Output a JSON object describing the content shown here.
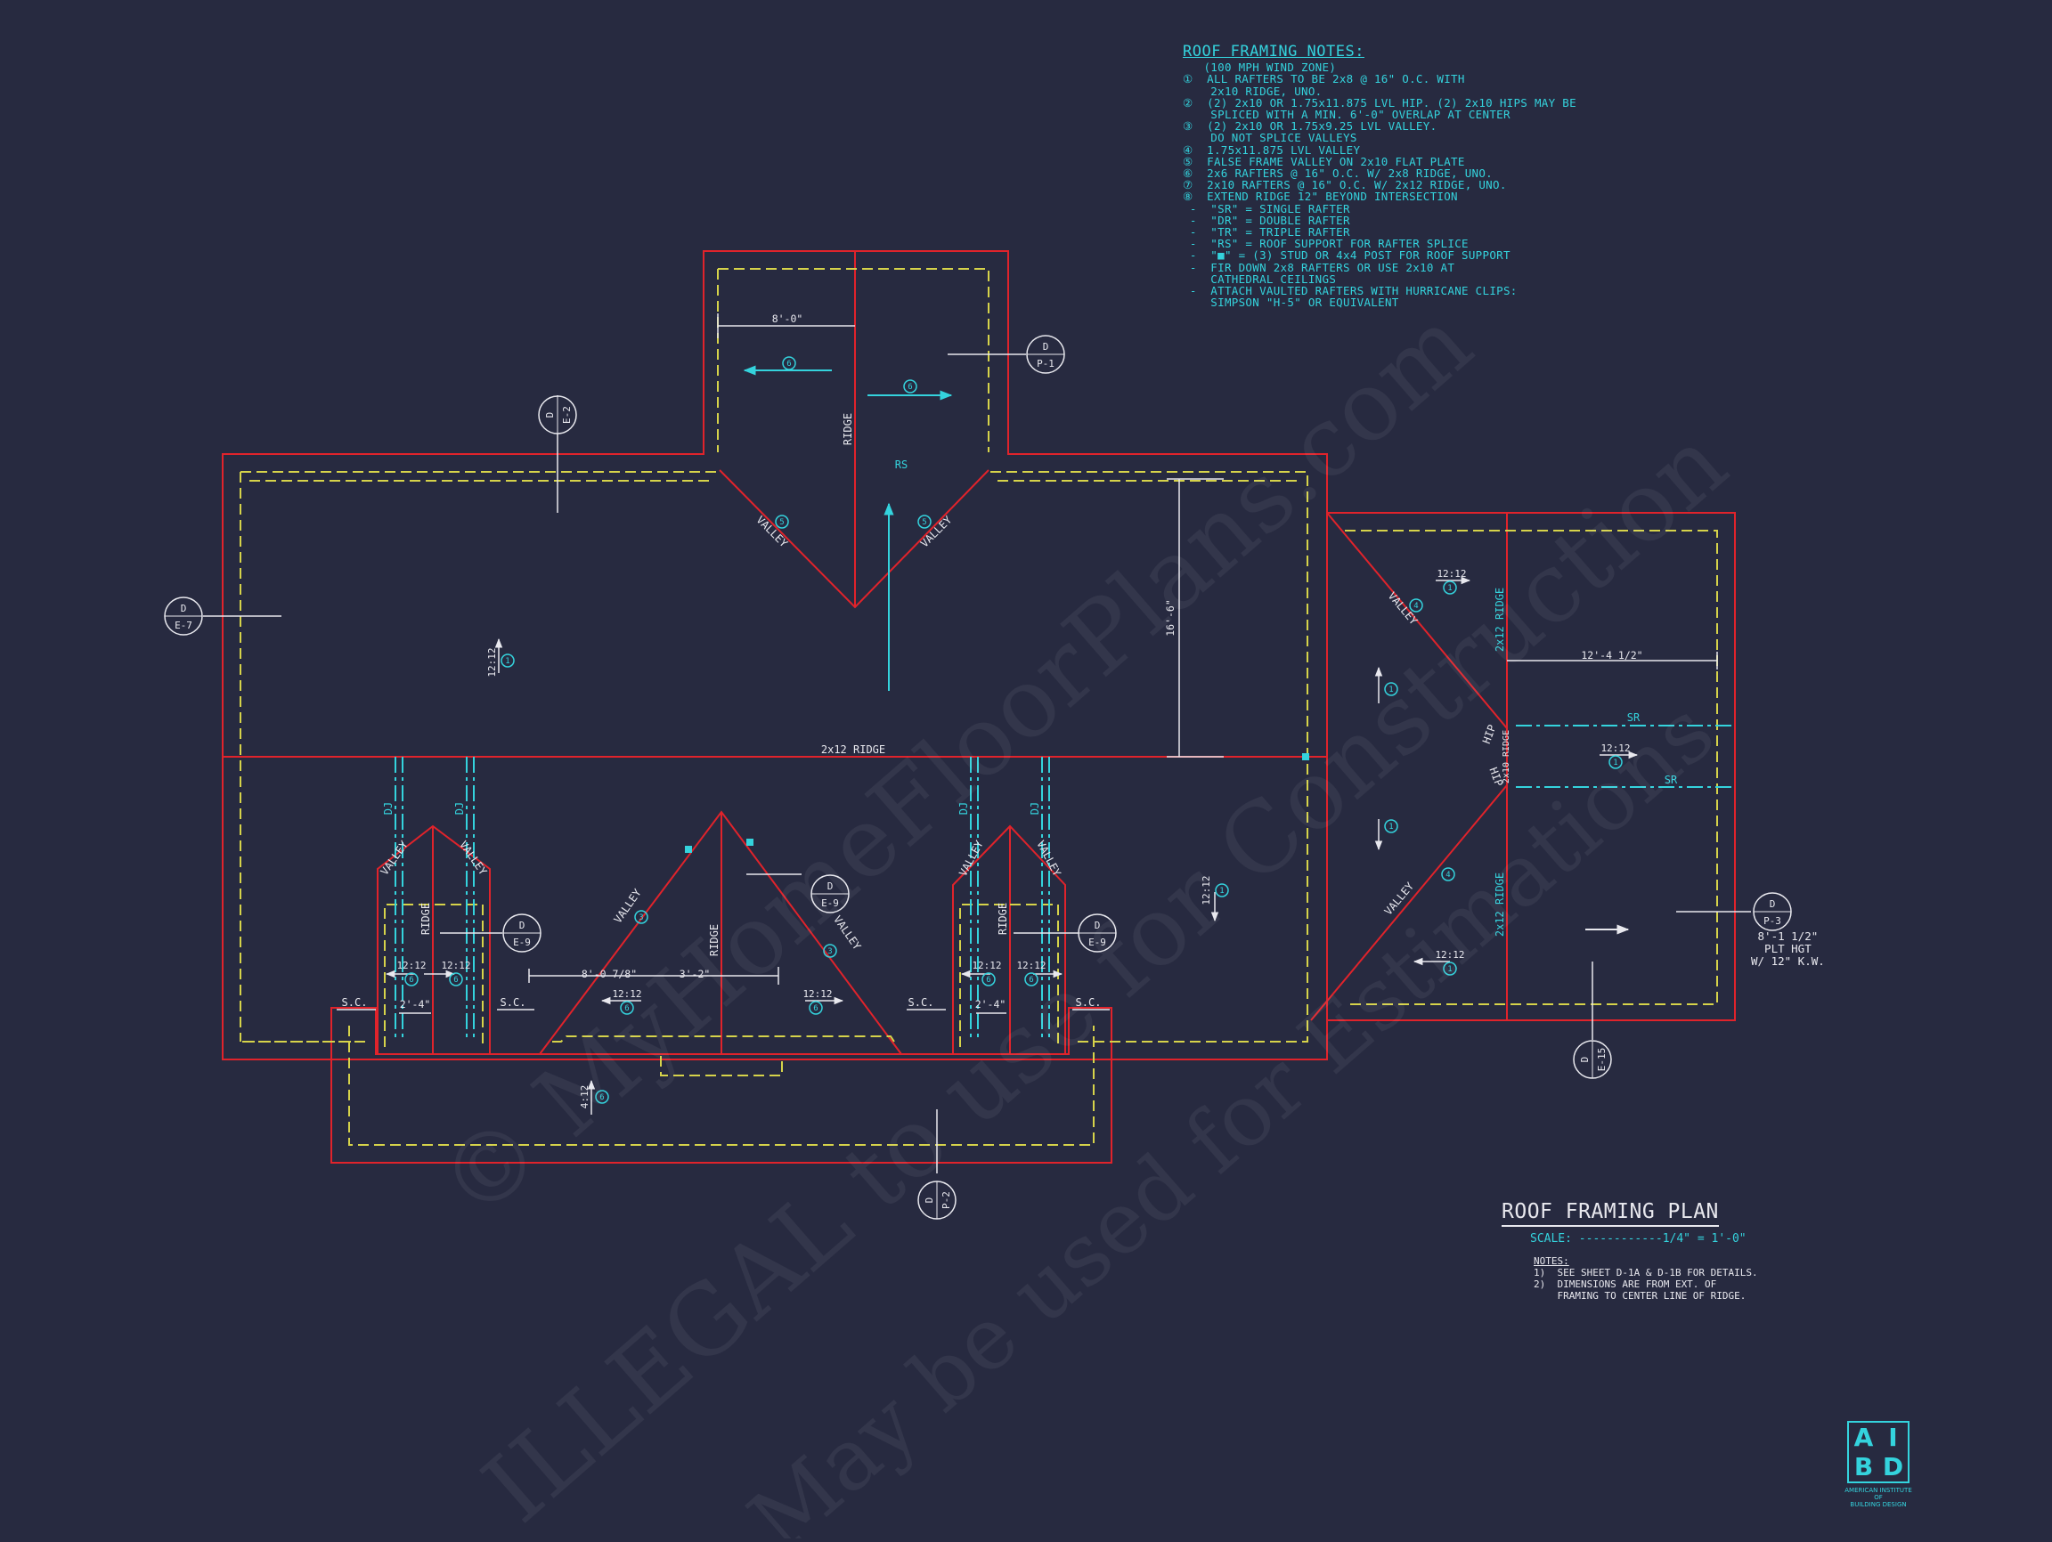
{
  "roof_framing_notes": {
    "heading": "ROOF FRAMING NOTES:",
    "lines": [
      "   (100 MPH WIND ZONE)",
      "①  ALL RAFTERS TO BE 2x8 @ 16\" O.C. WITH",
      "    2x10 RIDGE, UNO.",
      "②  (2) 2x10 OR 1.75x11.875 LVL HIP. (2) 2x10 HIPS MAY BE",
      "    SPLICED WITH A MIN. 6'-0\" OVERLAP AT CENTER",
      "③  (2) 2x10 OR 1.75x9.25 LVL VALLEY.",
      "    DO NOT SPLICE VALLEYS",
      "④  1.75x11.875 LVL VALLEY",
      "⑤  FALSE FRAME VALLEY ON 2x10 FLAT PLATE",
      "⑥  2x6 RAFTERS @ 16\" O.C. W/ 2x8 RIDGE, UNO.",
      "⑦  2x10 RAFTERS @ 16\" O.C. W/ 2x12 RIDGE, UNO.",
      "⑧  EXTEND RIDGE 12\" BEYOND INTERSECTION",
      " -  \"SR\" = SINGLE RAFTER",
      " -  \"DR\" = DOUBLE RAFTER",
      " -  \"TR\" = TRIPLE RAFTER",
      " -  \"RS\" = ROOF SUPPORT FOR RAFTER SPLICE",
      " -  \"■\" = (3) STUD OR 4x4 POST FOR ROOF SUPPORT",
      " -  FIR DOWN 2x8 RAFTERS OR USE 2x10 AT",
      "    CATHEDRAL CEILINGS",
      " -  ATTACH VAULTED RAFTERS WITH HURRICANE CLIPS:",
      "    SIMPSON \"H-5\" OR EQUIVALENT"
    ]
  },
  "title": {
    "text": "ROOF FRAMING PLAN",
    "scale": "SCALE: ------------1/4\" = 1'-0\""
  },
  "general_notes": {
    "heading": "NOTES:",
    "lines": [
      "1)  SEE SHEET D-1A & D-1B FOR DETAILS.",
      "2)  DIMENSIONS ARE FROM EXT. OF",
      "    FRAMING TO CENTER LINE OF RIDGE."
    ]
  },
  "pitch_note": [
    "8'-1 1/2\"",
    "PLT HGT",
    "W/ 12\" K.W."
  ],
  "logo": {
    "letters": [
      "A",
      "I",
      "B",
      "D"
    ],
    "caption": [
      "AMERICAN INSTITUTE",
      "OF",
      "BUILDING DESIGN"
    ]
  },
  "watermark": {
    "line1": "© MyHomeFloorPlans.com",
    "line2": "ILLEGAL to use for Construction",
    "line3": "May be used for Estimations"
  },
  "plan": {
    "labels": {
      "ridge": "RIDGE",
      "valley": "VALLEY",
      "hip": "HIP",
      "main_ridge": "2x12 RIDGE",
      "rs": "RS",
      "sr": "SR",
      "dj": "DJ",
      "sc": "S.C.",
      "ridge_2x12": "2x12 RIDGE",
      "ridge_2x10": "2x10 RIDGE"
    },
    "dims": {
      "d8_0": "8'-0\"",
      "d16_6": "16'-6\"",
      "d12_4": "12'-4 1/2\"",
      "d8_0_78": "8'-0 7/8\"",
      "d3_2": "3'-2\"",
      "d2_4": "2'-4\""
    },
    "pitches": {
      "p12": "12:12",
      "p4": "4:12"
    },
    "marker_nums": {
      "n1": "1",
      "n3": "3",
      "n4": "4",
      "n5": "5",
      "n6": "6"
    },
    "section_markers": [
      {
        "top": "D",
        "bottom": "P-1"
      },
      {
        "top": "D",
        "bottom": "E-2"
      },
      {
        "top": "D",
        "bottom": "E-7"
      },
      {
        "top": "D",
        "bottom": "E-9"
      },
      {
        "top": "D",
        "bottom": "E-9"
      },
      {
        "top": "D",
        "bottom": "E-9"
      },
      {
        "top": "D",
        "bottom": "P-3"
      },
      {
        "top": "D",
        "bottom": "E-15"
      },
      {
        "top": "D",
        "bottom": "P-2"
      }
    ]
  },
  "colors": {
    "background": "#272a40",
    "framing_outline": "#e0232b",
    "eave_line": "#d6d34a",
    "annotation": "#34d3dd",
    "linework": "#e8e8ee"
  }
}
